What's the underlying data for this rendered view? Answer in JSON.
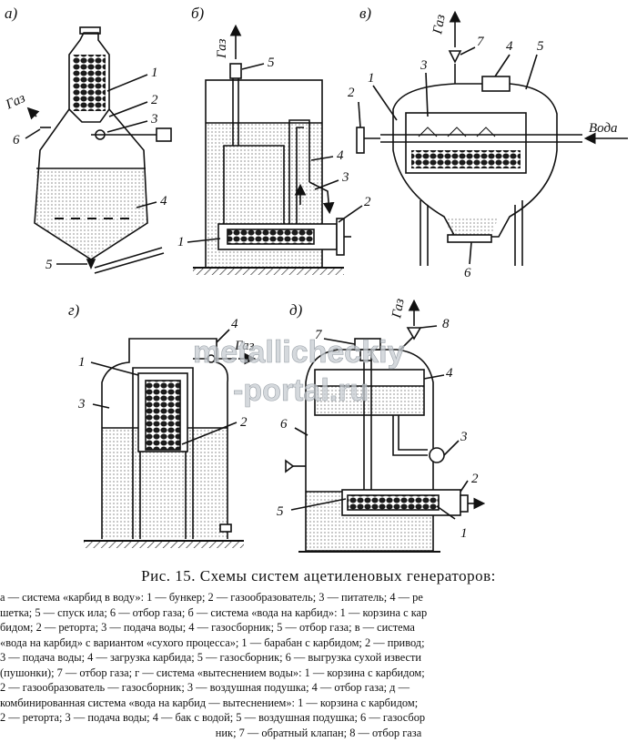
{
  "panels": {
    "a": {
      "label": "а)",
      "gas": "Газ",
      "callouts": [
        "1",
        "2",
        "3",
        "4",
        "5",
        "6"
      ]
    },
    "b": {
      "label": "б)",
      "gas": "Газ",
      "callouts": [
        "1",
        "2",
        "3",
        "4",
        "5"
      ]
    },
    "v": {
      "label": "в)",
      "gas": "Газ",
      "water": "Вода",
      "callouts": [
        "1",
        "2",
        "3",
        "4",
        "5",
        "6",
        "7"
      ]
    },
    "g": {
      "label": "г)",
      "gas": "Газ",
      "callouts": [
        "1",
        "2",
        "3",
        "4"
      ]
    },
    "d": {
      "label": "д)",
      "gas": "Газ",
      "callouts": [
        "1",
        "2",
        "3",
        "4",
        "5",
        "6",
        "7",
        "8"
      ]
    }
  },
  "watermark": {
    "line1": "metallicheckiy",
    "line2": "-portal.ru"
  },
  "caption": "Рис. 15. Схемы систем ацетиленовых генераторов:",
  "legend": [
    "а — система «карбид в воду»: 1 — бункер; 2 — газообразователь; 3 — питатель; 4 — ре",
    "шетка; 5 — спуск ила; 6 — отбор газа; б — система «вода на карбид»: 1 — корзина с кар",
    "бидом; 2 — реторта; 3 — подача воды; 4 — газосборник; 5 — отбор газа; в — система",
    "«вода на карбид» с вариантом «сухого процесса»; 1 — барабан с карбидом; 2 — привод;",
    "3 — подача воды; 4 — загрузка карбида; 5 — газосборник; 6 — выгрузка сухой извести",
    "(пушонки); 7 — отбор газа; г — система «вытеснением воды»: 1 — корзина с карбидом;",
    "2 — газообразователь — газосборник; 3 — воздушная подушка; 4 — отбор газа; д —",
    "комбинированная система «вода на карбид — вытеснением»: 1 — корзина с карбидом;",
    "2 — реторта; 3 — подача воды; 4 — бак с водой; 5 — воздушная подушка; 6 — газосбор",
    "ник; 7 — обратный клапан; 8 — отбор газа"
  ]
}
